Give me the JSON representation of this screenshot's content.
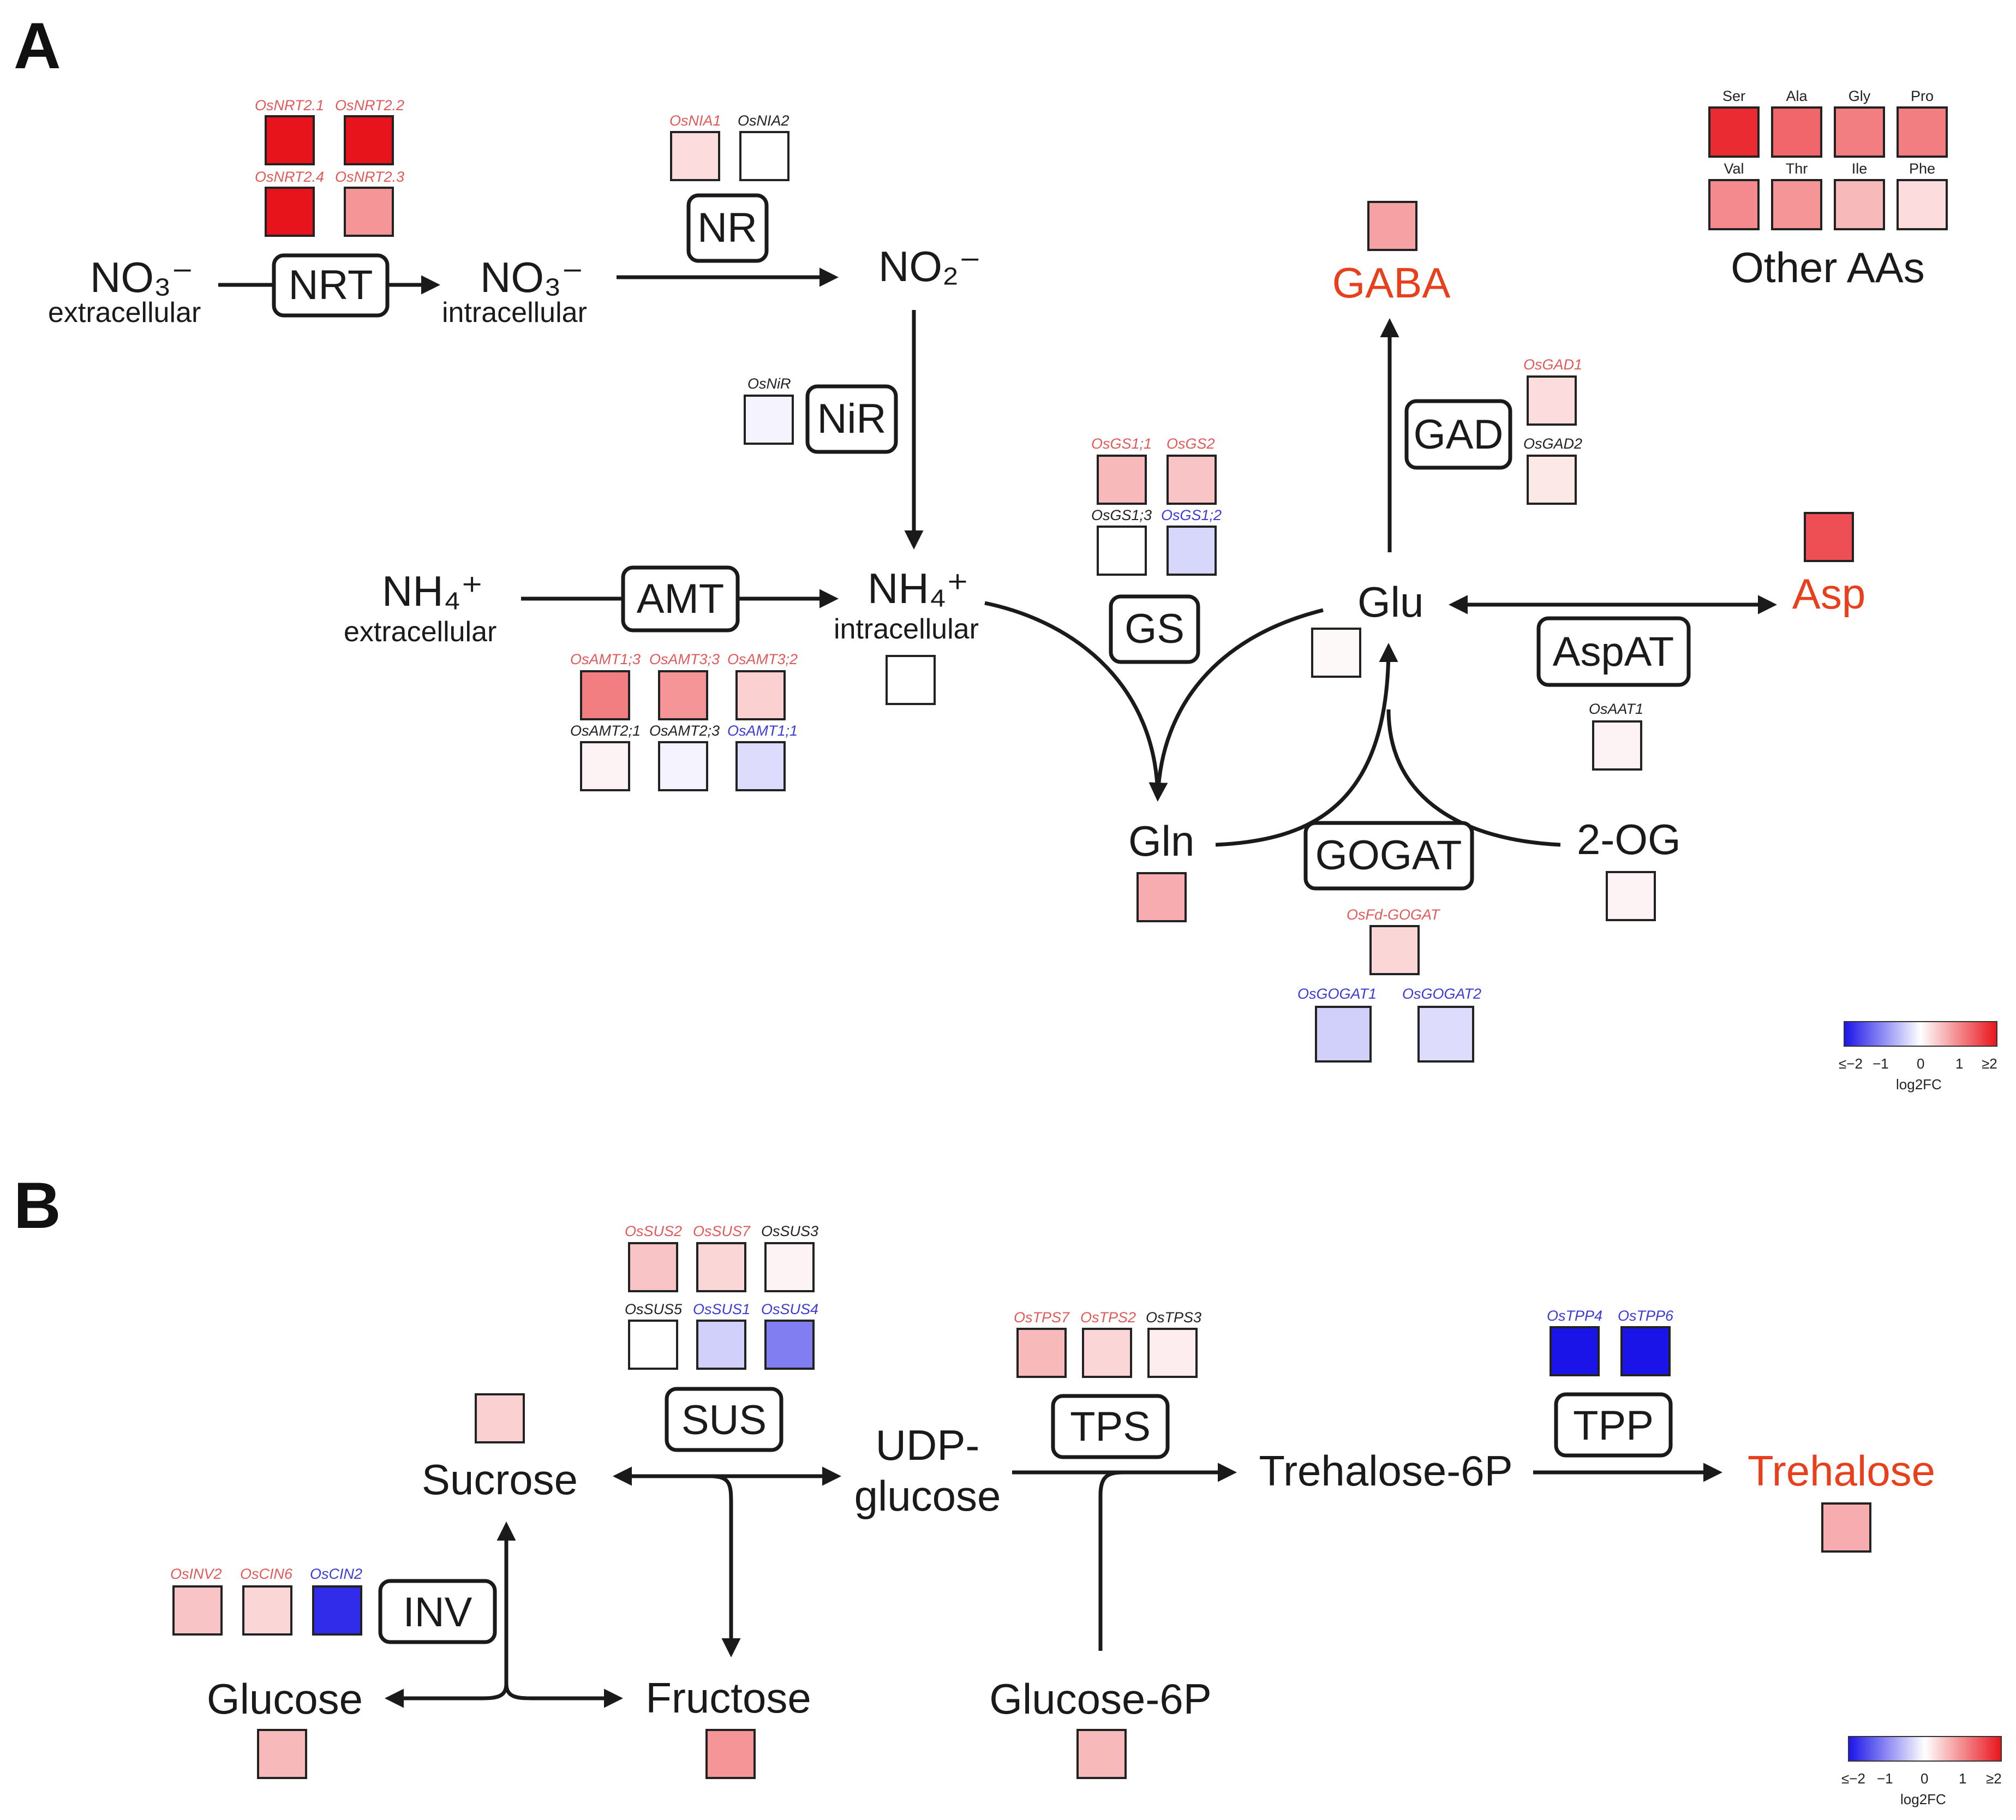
{
  "panels": [
    "A",
    "B"
  ],
  "colors": {
    "up": "#e8141b",
    "down": "#1a14e8",
    "neutral": "#ffffff",
    "gene_up": "#e05a5a",
    "gene_down": "#3b3bd6",
    "gene_neutral": "#222222",
    "metabolite_highlight": "#e8401c"
  },
  "legend": {
    "ticks": [
      "≤−2",
      "−1",
      "0",
      "1",
      "≥2"
    ],
    "title": "log2FC"
  },
  "panelA": {
    "labels": {
      "no3": "NO₃⁻",
      "no3_ext": "extracellular",
      "no3_int": "intracellular",
      "no2": "NO₂⁻",
      "nh4": "NH₄⁺",
      "nh4_ext": "extracellular",
      "nh4_int": "intracellular",
      "gln": "Gln",
      "glu": "Glu",
      "og": "2-OG",
      "gaba": "GABA",
      "asp": "Asp",
      "other_aas": "Other AAs"
    },
    "enzymes": {
      "nrt": "NRT",
      "nr": "NR",
      "nir": "NiR",
      "amt": "AMT",
      "gs": "GS",
      "gogat": "GOGAT",
      "gad": "GAD",
      "aspat": "AspAT"
    },
    "genes": {
      "osnrt21": "OsNRT2.1",
      "osnrt22": "OsNRT2.2",
      "osnrt24": "OsNRT2.4",
      "osnrt23": "OsNRT2.3",
      "osnia1": "OsNIA1",
      "osnia2": "OsNIA2",
      "osnir": "OsNiR",
      "osamt13": "OsAMT1;3",
      "osamt33": "OsAMT3;3",
      "osamt32": "OsAMT3;2",
      "osamt21": "OsAMT2;1",
      "osamt23": "OsAMT2;3",
      "osamt11": "OsAMT1;1",
      "osgs11": "OsGS1;1",
      "osgs2": "OsGS2",
      "osgs13": "OsGS1;3",
      "osgs12": "OsGS1;2",
      "osgad1": "OsGAD1",
      "osgad2": "OsGAD2",
      "osaat1": "OsAAT1",
      "osfdgogat": "OsFd-GOGAT",
      "osgogat1": "OsGOGAT1",
      "osgogat2": "OsGOGAT2"
    },
    "aas": [
      "Ser",
      "Ala",
      "Gly",
      "Pro",
      "Val",
      "Thr",
      "Ile",
      "Phe"
    ],
    "log2fc": {
      "osnrt21": 2.4,
      "osnrt22": 2.4,
      "osnrt24": 2.4,
      "osnrt23": 0.9,
      "osnia1": 0.3,
      "osnia2": 0.0,
      "osnir": -0.1,
      "osamt13": 1.1,
      "osamt33": 0.9,
      "osamt32": 0.4,
      "osamt21": 0.1,
      "osamt23": -0.1,
      "osamt11": -0.3,
      "osgs11": 0.6,
      "osgs2": 0.5,
      "osgs13": 0.0,
      "osgs12": -0.35,
      "osgad1": 0.3,
      "osgad2": 0.2,
      "osaat1": 0.1,
      "osfdgogat": 0.35,
      "osgogat1": -0.4,
      "osgogat2": -0.3,
      "nh4_int": 0.0,
      "glu": 0.05,
      "gln": 0.7,
      "og": 0.1,
      "gaba": 0.8,
      "asp": 1.5,
      "aa_ser": 1.8,
      "aa_ala": 1.3,
      "aa_gly": 1.1,
      "aa_pro": 1.1,
      "aa_val": 1.0,
      "aa_thr": 0.9,
      "aa_ile": 0.6,
      "aa_phe": 0.3
    }
  },
  "panelB": {
    "labels": {
      "sucrose": "Sucrose",
      "udp1": "UDP-",
      "udp2": "glucose",
      "t6p": "Trehalose-6P",
      "trehalose": "Trehalose",
      "glucose": "Glucose",
      "fructose": "Fructose",
      "g6p": "Glucose-6P"
    },
    "enzymes": {
      "sus": "SUS",
      "tps": "TPS",
      "tpp": "TPP",
      "inv": "INV"
    },
    "genes": {
      "ossus2": "OsSUS2",
      "ossus7": "OsSUS7",
      "ossus3": "OsSUS3",
      "ossus5": "OsSUS5",
      "ossus1": "OsSUS1",
      "ossus4": "OsSUS4",
      "ostps7": "OsTPS7",
      "ostps2": "OsTPS2",
      "ostps3": "OsTPS3",
      "ostpp4": "OsTPP4",
      "ostpp6": "OsTPP6",
      "osinv2": "OsINV2",
      "oscin6": "OsCIN6",
      "oscin2": "OsCIN2"
    },
    "log2fc": {
      "ossus2": 0.5,
      "ossus7": 0.35,
      "ossus3": 0.1,
      "ossus5": 0.0,
      "ossus1": -0.4,
      "ossus4": -1.1,
      "ostps7": 0.6,
      "ostps2": 0.35,
      "ostps3": 0.15,
      "ostpp4": -2.5,
      "ostpp6": -2.5,
      "osinv2": 0.5,
      "oscin6": 0.35,
      "oscin2": -1.8,
      "sucrose": 0.4,
      "trehalose": 0.7,
      "glucose": 0.6,
      "fructose": 0.9,
      "g6p": 0.6
    }
  }
}
